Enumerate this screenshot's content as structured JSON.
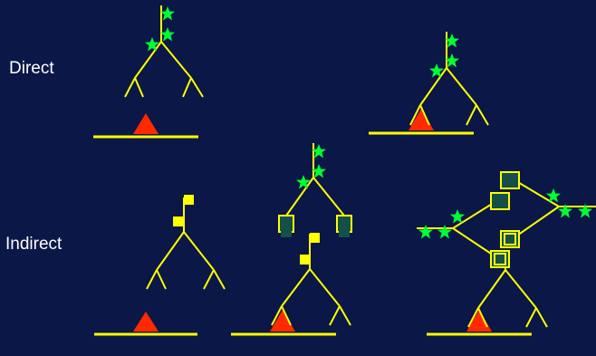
{
  "labels": {
    "direct": "Direct",
    "indirect": "Indirect"
  },
  "colors": {
    "background": "#0b1747",
    "antibody": "#ffff00",
    "fluorophore": "#00ff33",
    "antigen": "#ff2a00",
    "enzyme_box": "#155048"
  },
  "panels": [
    {
      "name": "direct-no-binding",
      "row": "direct",
      "bound": false,
      "label_type": "fluorophore"
    },
    {
      "name": "direct-bound",
      "row": "direct",
      "bound": true,
      "label_type": "fluorophore"
    },
    {
      "name": "indirect-unlabeled-primary",
      "row": "indirect",
      "bound": false,
      "label_type": "tag"
    },
    {
      "name": "indirect-secondary-fluor",
      "row": "indirect",
      "bound": true,
      "label_type": "secondary-fluorophore"
    },
    {
      "name": "indirect-secondary-complex",
      "row": "indirect",
      "bound": true,
      "label_type": "secondary-complex"
    }
  ]
}
